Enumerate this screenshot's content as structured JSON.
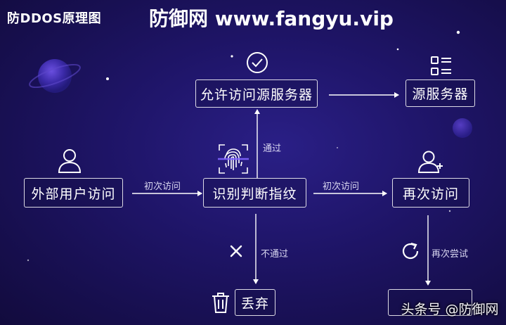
{
  "header": {
    "title_left": "防DDOS原理图",
    "title_right": "防御网 www.fangyu.vip"
  },
  "nodes": {
    "external_user": "外部用户访问",
    "identify": "识别判断指纹",
    "allow_server": "允许访问源服务器",
    "origin_server": "源服务器",
    "revisit": "再次访问",
    "discard": "丢弃"
  },
  "edges": {
    "first_visit_1": "初次访问",
    "first_visit_2": "初次访问",
    "pass": "通过",
    "not_pass": "不通过",
    "retry": "再次尝试"
  },
  "watermark": "头条号 @防御网",
  "icon_names": {
    "user": "user-icon",
    "add_user": "user-plus-icon",
    "fingerprint": "fingerprint-icon",
    "check": "check-circle-icon",
    "server": "server-list-icon",
    "close": "close-icon",
    "refresh": "refresh-icon",
    "trash": "trash-icon"
  },
  "colors": {
    "background": "#1f1569",
    "accent": "#7f63ff",
    "line": "#ffffff"
  }
}
